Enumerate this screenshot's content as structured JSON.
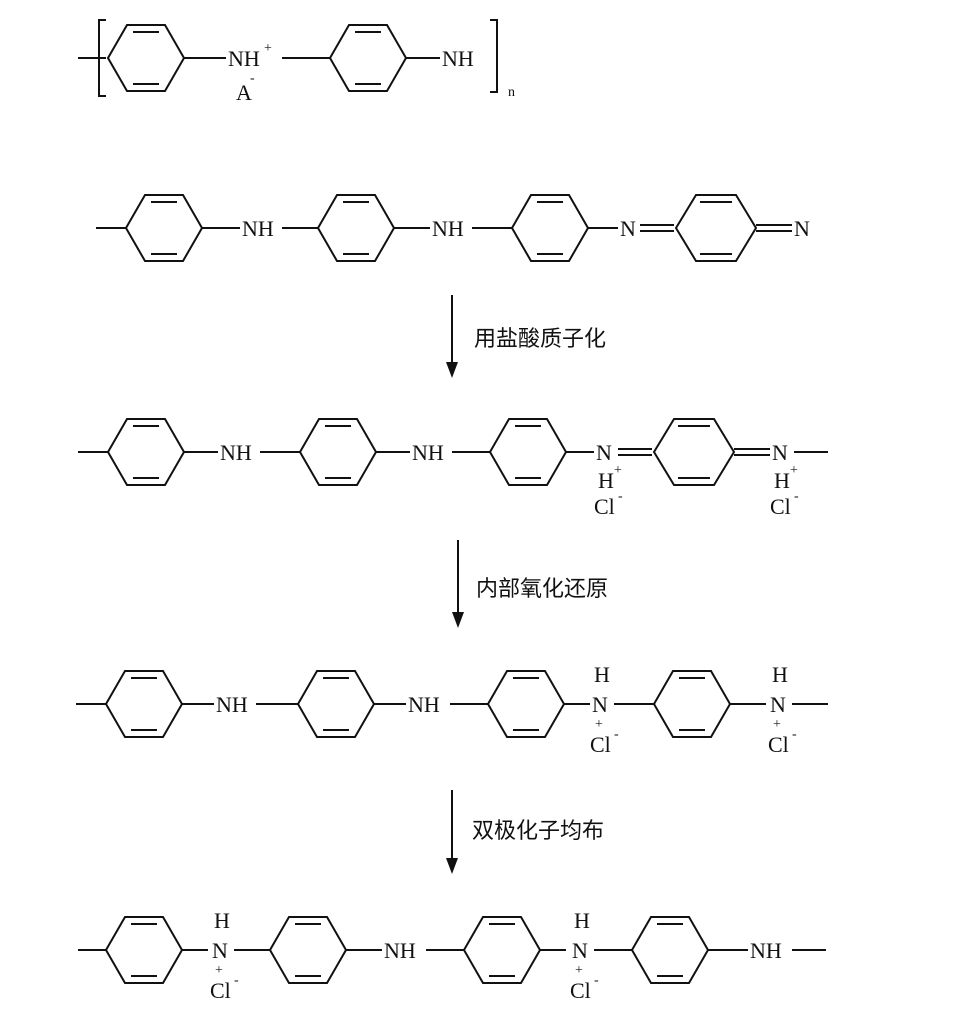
{
  "labels": {
    "nh": "NH",
    "n": "N",
    "h": "H",
    "a_minus": "A",
    "cl_minus": "Cl",
    "plus": "+",
    "minus": "-",
    "n_sub": "n"
  },
  "arrows": [
    {
      "text": "用盐酸质子化"
    },
    {
      "text": "内部氧化还原"
    },
    {
      "text": "双极化子均布"
    }
  ]
}
